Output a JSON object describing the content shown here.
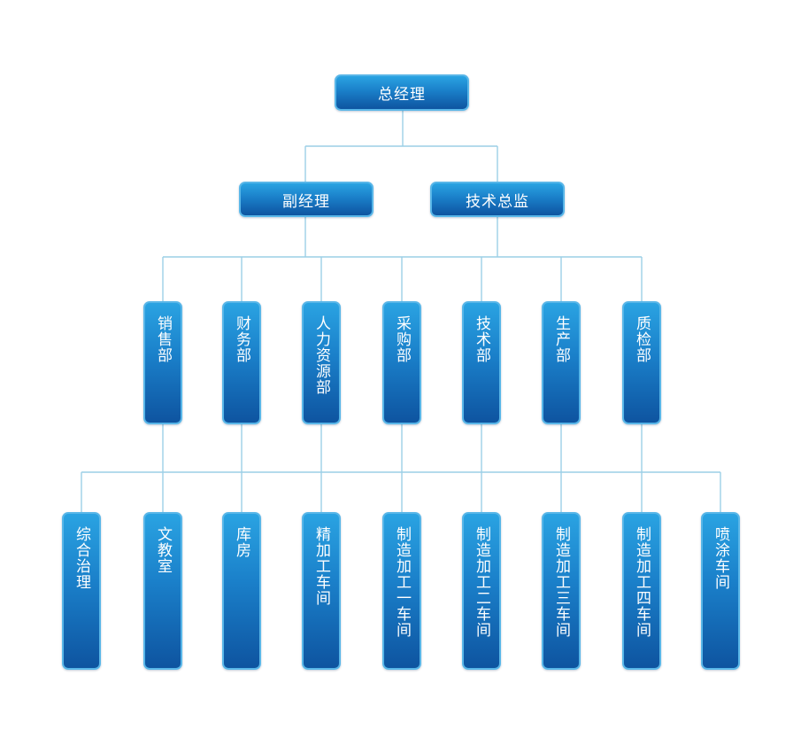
{
  "diagram": {
    "top": "总经理",
    "level2": [
      "副经理",
      "技术总监"
    ],
    "departments": [
      "销售部",
      "财务部",
      "人力资源部",
      "采购部",
      "技术部",
      "生产部",
      "质检部"
    ],
    "units": [
      "综合治理",
      "文教室",
      "库房",
      "精加工车间",
      "制造加工一车间",
      "制造加工二车间",
      "制造加工三车间",
      "制造加工四车间",
      "喷涂车间"
    ]
  }
}
